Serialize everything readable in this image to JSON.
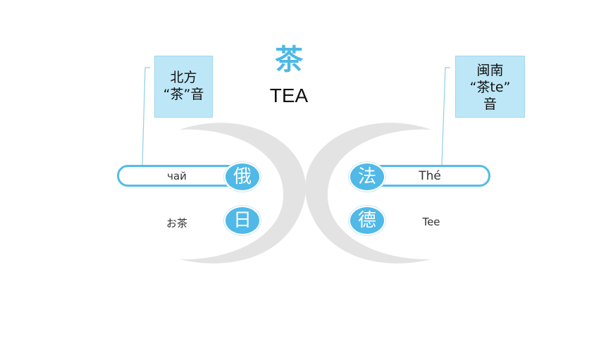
{
  "title": {
    "chinese": "茶",
    "english": "TEA"
  },
  "callouts": {
    "left": {
      "line1": "北方",
      "line2": "“茶”音"
    },
    "right": {
      "line1": "闽南",
      "line2": "“茶te”",
      "line3": "音"
    }
  },
  "languages": {
    "russian": {
      "char": "俄",
      "word": "чай"
    },
    "japanese": {
      "char": "日",
      "word": "お茶"
    },
    "french": {
      "char": "法",
      "word": "Thé"
    },
    "german": {
      "char": "德",
      "word": "Tee"
    }
  },
  "colors": {
    "accent": "#4db8e6",
    "callout_bg": "#bde7f7",
    "arc": "#e3e3e3"
  }
}
